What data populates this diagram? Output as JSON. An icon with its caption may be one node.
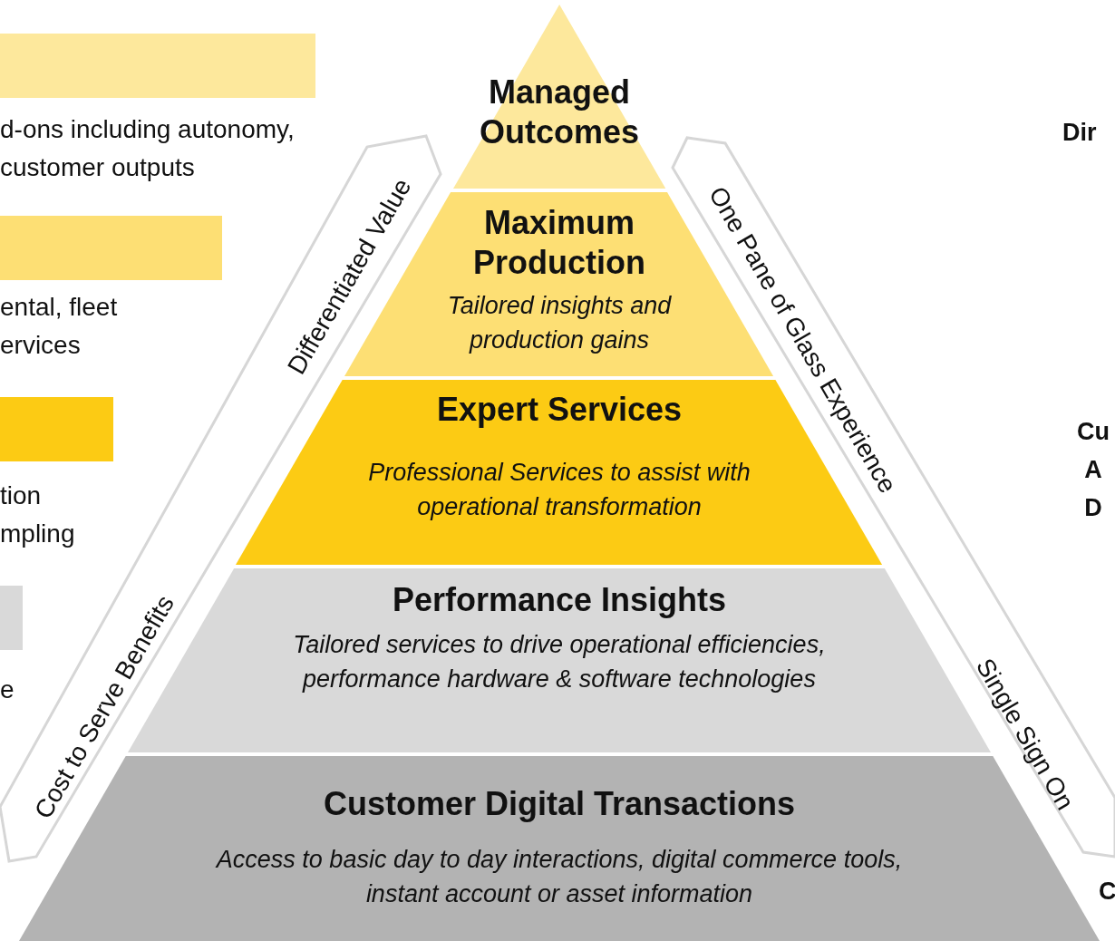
{
  "diagram": {
    "nodes": [
      {
        "text": [
          "Managed Outcomes"
        ]
      },
      {
        "text": [
          "Maximum Production",
          "Tailored insights and production gains"
        ]
      },
      {
        "text": [
          "Expert Services",
          "Professional Services to assist with operational transformation"
        ]
      },
      {
        "text": [
          "Performance Insights",
          "Tailored services to drive operational efficiencies, performance hardware & software technologies"
        ]
      },
      {
        "text": [
          "Customer Digital Transactions",
          "Access to basic day to day interactions, digital commerce tools, instant account or asset information"
        ]
      },
      {
        "text": [
          "Differentiated Value",
          "Cost to Serve Benefits"
        ]
      },
      {
        "text": [
          "One Pane of Glass Experience",
          "Single Sign On"
        ]
      },
      {
        "text": [],
        "shape": "bar"
      },
      {
        "text": [],
        "shape": "bar"
      },
      {
        "text": [],
        "shape": "bar"
      },
      {
        "text": [],
        "shape": "bar"
      }
    ],
    "labels": [
      "d-ons including autonomy, customer outputs",
      "Dir",
      "ental, fleet ervices",
      "Cu A D",
      "tion mpling",
      "e",
      "C"
    ]
  }
}
